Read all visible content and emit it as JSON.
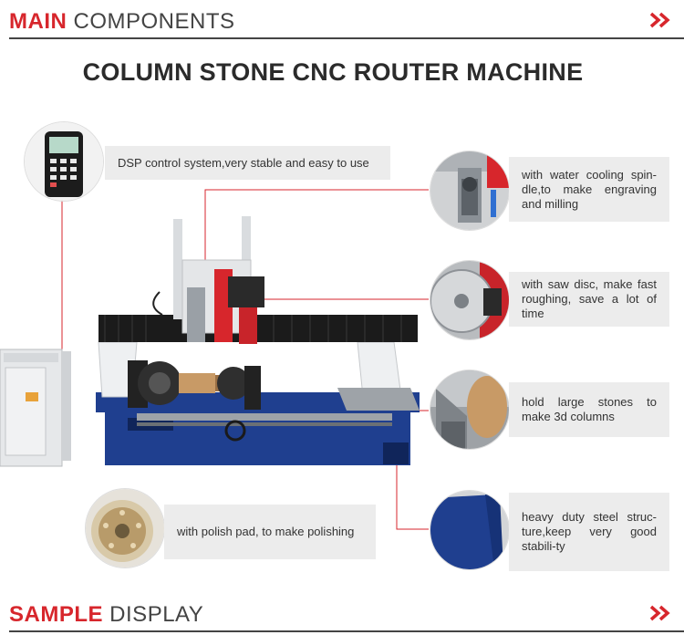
{
  "header_top": {
    "red": "MAIN",
    "grey": " COMPONENTS"
  },
  "title": "COLUMN STONE CNC ROUTER MACHINE",
  "callouts": {
    "dsp": "DSP control system,very stable and easy to use",
    "spindle": "with water cooling spin-dle,to make engraving and milling",
    "saw": "with saw disc, make fast roughing, save a lot of time",
    "stones": "hold large stones to make 3d columns",
    "steel": "heavy duty steel struc-ture,keep very good stabili-ty",
    "polish": "with polish pad, to make polishing"
  },
  "header_bottom": {
    "red": "SAMPLE",
    "grey": " DISPLAY"
  },
  "colors": {
    "accent": "#d7262c",
    "text": "#444444",
    "callout_bg": "#ececec",
    "machine_blue": "#1f3f8f"
  },
  "icons": {
    "chevron": "double-chevron-right-icon"
  }
}
